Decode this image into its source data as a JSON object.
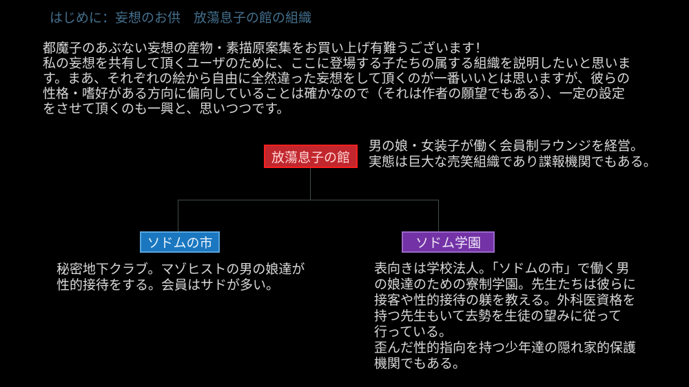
{
  "header": {
    "title": "はじめに：妄想のお供　放蕩息子の館の組織"
  },
  "intro": {
    "lines": [
      "都魔子のあぶない妄想の産物・素描原案集をお買い上げ有難うございます！",
      "私の妄想を共有して頂くユーザのために、ここに登場する子たちの属する組織を説明したいと思いま",
      "す。まあ、それぞれの絵から自由に全然違った妄想をして頂くのが一番いいとは思いますが、彼らの",
      "性格・嗜好がある方向に偏向していることは確かなので（それは作者の願望でもある）、一定の設定",
      "をさせて頂くのも一興と、思いつつです。"
    ]
  },
  "org_chart": {
    "root": {
      "label": "放蕩息子の館",
      "fill_color": "#c1272d",
      "border_color": "#fb2020",
      "description_lines": [
        "男の娘・女装子が働く会員制ラウンジを経営。",
        "実態は巨大な売笑組織であり諜報機関でもある。"
      ]
    },
    "children": [
      {
        "label": "ソドムの市",
        "fill_color": "#1a77c0",
        "border_color": "#5aa7dd",
        "description_lines": [
          "秘密地下クラブ。マゾヒストの男の娘達が",
          "性的接待をする。会員はサドが多い。"
        ]
      },
      {
        "label": "ソドム学園",
        "fill_color": "#7333a6",
        "border_color": "#9b68c8",
        "description_lines": [
          "表向きは学校法人。「ソドムの市」で働く男",
          "の娘達のための寮制学園。先生たちは彼らに",
          "接客や性的接待の躾を教える。外科医資格を",
          "持つ先生もいて去勢を生徒の望みに従って",
          "行っている。",
          "歪んだ性的指向を持つ少年達の隠れ家的保護",
          "機関でもある。"
        ]
      }
    ],
    "connector_color": "#3f4f48",
    "title_color": "#44708e",
    "body_text_color": "#d9d9d9",
    "background_color": "#000000"
  }
}
